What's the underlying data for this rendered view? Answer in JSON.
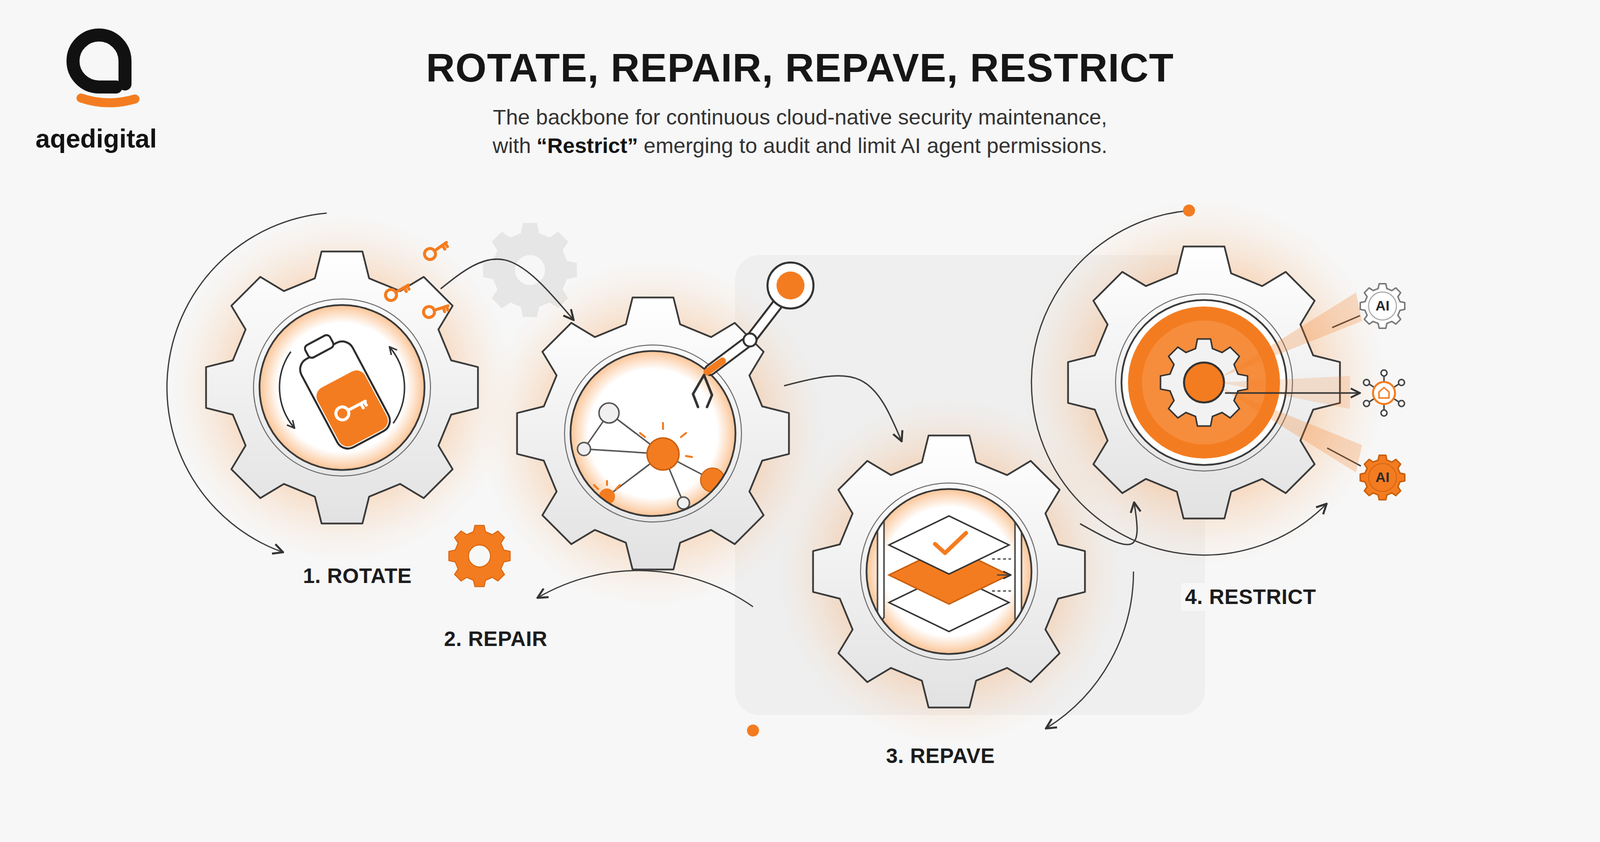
{
  "diagram": {
    "title": "ROTATE, REPAIR, REPAVE, RESTRICT",
    "nodes": [
      {
        "text": [
          "1. ROTATE"
        ]
      },
      {
        "text": [
          "2. REPAIR"
        ]
      },
      {
        "text": [
          "3. REPAVE"
        ]
      },
      {
        "text": [
          "4. RESTRICT"
        ]
      },
      {
        "text": [
          "AI"
        ]
      },
      {
        "text": [
          "AI"
        ]
      }
    ],
    "edges": [
      {
        "from": 0,
        "to": 1,
        "arrow": "to"
      },
      {
        "from": 1,
        "to": 2,
        "arrow": "to"
      },
      {
        "from": 2,
        "to": 3,
        "arrow": "to"
      },
      {
        "from": 3,
        "to": 4,
        "arrow": "none"
      },
      {
        "from": 3,
        "to": 5,
        "arrow": "none"
      }
    ],
    "labels": [
      "aqedigital",
      "The backbone for continuous cloud-native security maintenance,",
      "with",
      "“Restrict”",
      "emerging to audit and limit AI agent permissions."
    ]
  }
}
